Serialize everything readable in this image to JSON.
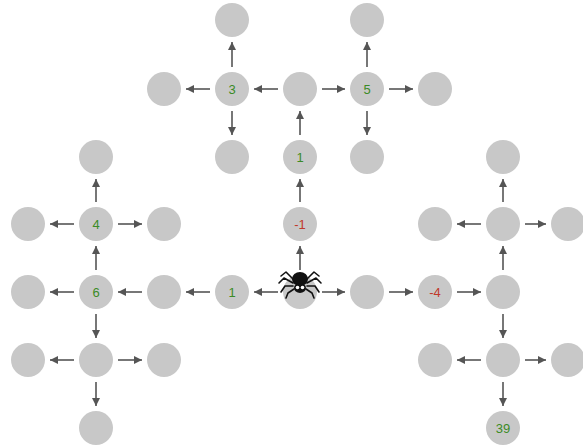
{
  "diagram": {
    "nodes": [
      {
        "text": []
      },
      {
        "text": []
      },
      {
        "text": []
      },
      {
        "text": [
          "3"
        ]
      },
      {
        "text": []
      },
      {
        "text": [
          "5"
        ]
      },
      {
        "text": []
      },
      {
        "text": []
      },
      {
        "text": []
      },
      {
        "text": [
          "1"
        ]
      },
      {
        "text": []
      },
      {
        "text": []
      },
      {
        "text": []
      },
      {
        "text": [
          "4"
        ]
      },
      {
        "text": []
      },
      {
        "text": [
          "-1"
        ]
      },
      {
        "text": []
      },
      {
        "text": []
      },
      {
        "text": []
      },
      {
        "text": []
      },
      {
        "text": [
          "6"
        ]
      },
      {
        "text": []
      },
      {
        "text": [
          "1"
        ]
      },
      {
        "text": []
      },
      {
        "text": []
      },
      {
        "text": [
          "-4"
        ]
      },
      {
        "text": []
      },
      {
        "text": []
      },
      {
        "text": []
      },
      {
        "text": []
      },
      {
        "text": []
      },
      {
        "text": []
      },
      {
        "text": []
      },
      {
        "text": []
      },
      {
        "text": [
          "39"
        ]
      }
    ],
    "edges": [
      {
        "from": 23,
        "to": 22,
        "arrow": "to"
      },
      {
        "from": 22,
        "to": 21,
        "arrow": "to"
      },
      {
        "from": 21,
        "to": 20,
        "arrow": "to"
      },
      {
        "from": 20,
        "to": 19,
        "arrow": "to"
      },
      {
        "from": 20,
        "to": 13,
        "arrow": "to"
      },
      {
        "from": 20,
        "to": 28,
        "arrow": "to"
      },
      {
        "from": 13,
        "to": 7,
        "arrow": "to"
      },
      {
        "from": 13,
        "to": 12,
        "arrow": "to"
      },
      {
        "from": 13,
        "to": 14,
        "arrow": "to"
      },
      {
        "from": 28,
        "to": 27,
        "arrow": "to"
      },
      {
        "from": 28,
        "to": 29,
        "arrow": "to"
      },
      {
        "from": 28,
        "to": 33,
        "arrow": "to"
      },
      {
        "from": 23,
        "to": 15,
        "arrow": "to"
      },
      {
        "from": 15,
        "to": 9,
        "arrow": "to"
      },
      {
        "from": 9,
        "to": 4,
        "arrow": "to"
      },
      {
        "from": 4,
        "to": 3,
        "arrow": "to"
      },
      {
        "from": 4,
        "to": 5,
        "arrow": "to"
      },
      {
        "from": 3,
        "to": 0,
        "arrow": "to"
      },
      {
        "from": 3,
        "to": 2,
        "arrow": "to"
      },
      {
        "from": 3,
        "to": 8,
        "arrow": "to"
      },
      {
        "from": 5,
        "to": 1,
        "arrow": "to"
      },
      {
        "from": 5,
        "to": 6,
        "arrow": "to"
      },
      {
        "from": 5,
        "to": 10,
        "arrow": "to"
      },
      {
        "from": 23,
        "to": 24,
        "arrow": "to"
      },
      {
        "from": 24,
        "to": 25,
        "arrow": "to"
      },
      {
        "from": 25,
        "to": 26,
        "arrow": "to"
      },
      {
        "from": 26,
        "to": 17,
        "arrow": "to"
      },
      {
        "from": 26,
        "to": 31,
        "arrow": "to"
      },
      {
        "from": 17,
        "to": 11,
        "arrow": "to"
      },
      {
        "from": 17,
        "to": 16,
        "arrow": "to"
      },
      {
        "from": 17,
        "to": 18,
        "arrow": "to"
      },
      {
        "from": 31,
        "to": 30,
        "arrow": "to"
      },
      {
        "from": 31,
        "to": 32,
        "arrow": "to"
      },
      {
        "from": 31,
        "to": 34,
        "arrow": "to"
      }
    ]
  }
}
